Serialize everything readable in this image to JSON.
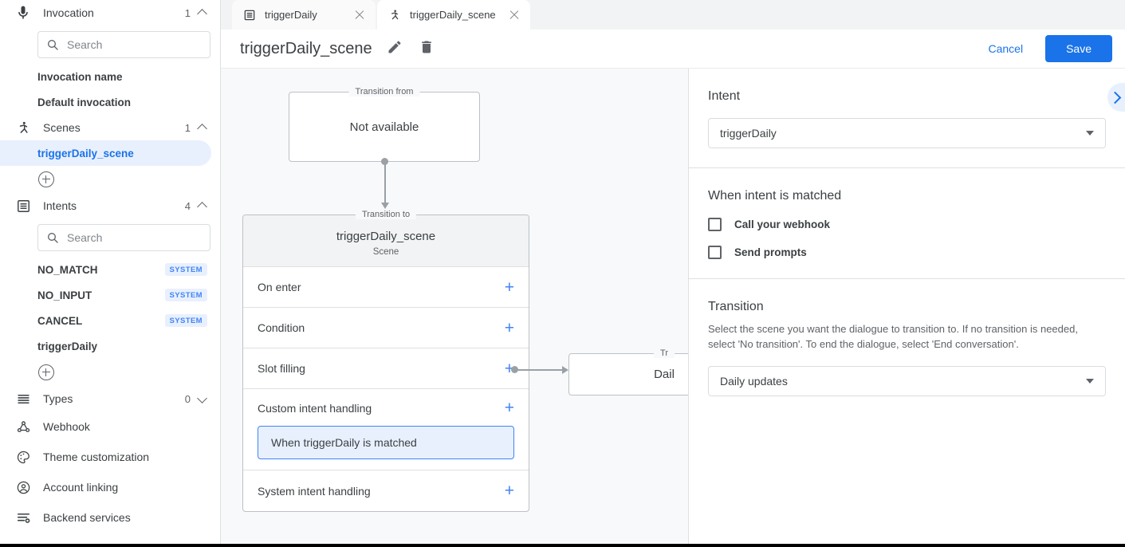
{
  "sidebar": {
    "sections": [
      {
        "id": "invocation",
        "icon": "microphone-icon",
        "label": "Invocation",
        "count": "1",
        "expanded": true,
        "search_placeholder": "Search",
        "items": [
          {
            "label": "Invocation name",
            "badge": ""
          },
          {
            "label": "Default invocation",
            "badge": ""
          }
        ]
      },
      {
        "id": "scenes",
        "icon": "scene-icon",
        "label": "Scenes",
        "count": "1",
        "expanded": true,
        "items": [
          {
            "label": "triggerDaily_scene",
            "badge": "",
            "selected": true
          }
        ]
      },
      {
        "id": "intents",
        "icon": "intents-icon",
        "label": "Intents",
        "count": "4",
        "expanded": true,
        "search_placeholder": "Search",
        "items": [
          {
            "label": "NO_MATCH",
            "badge": "SYSTEM"
          },
          {
            "label": "NO_INPUT",
            "badge": "SYSTEM"
          },
          {
            "label": "CANCEL",
            "badge": "SYSTEM"
          },
          {
            "label": "triggerDaily",
            "badge": ""
          }
        ]
      },
      {
        "id": "types",
        "icon": "types-icon",
        "label": "Types",
        "count": "0",
        "expanded": false,
        "items": []
      }
    ],
    "links": [
      {
        "icon": "webhook-icon",
        "label": "Webhook"
      },
      {
        "icon": "palette-icon",
        "label": "Theme customization"
      },
      {
        "icon": "account-icon",
        "label": "Account linking"
      },
      {
        "icon": "backend-services-icon",
        "label": "Backend services"
      }
    ]
  },
  "tabs": [
    {
      "icon": "intents-icon",
      "label": "triggerDaily",
      "active": false
    },
    {
      "icon": "scene-icon",
      "label": "triggerDaily_scene",
      "active": true
    }
  ],
  "header": {
    "title": "triggerDaily_scene",
    "edit_icon": "pencil-icon",
    "delete_icon": "trash-icon",
    "cancel_label": "Cancel",
    "save_label": "Save"
  },
  "canvas": {
    "transition_from": {
      "legend": "Transition from",
      "value": "Not available"
    },
    "scene_card": {
      "legend": "Transition to",
      "name": "triggerDaily_scene",
      "subtitle": "Scene",
      "rows": [
        {
          "label": "On enter",
          "plus": "+"
        },
        {
          "label": "Condition",
          "plus": "+"
        },
        {
          "label": "Slot filling",
          "plus": "+"
        },
        {
          "label": "Custom intent handling",
          "plus": "+",
          "chip": "When triggerDaily is matched"
        },
        {
          "label": "System intent handling",
          "plus": "+"
        }
      ]
    },
    "target_card": {
      "legend": "Tr",
      "value": "Dail"
    }
  },
  "right_panel": {
    "collapse_icon": "chevron-right-icon",
    "intent": {
      "title": "Intent",
      "selected": "triggerDaily"
    },
    "when_matched": {
      "title": "When intent is matched",
      "options": [
        {
          "label": "Call your webhook",
          "checked": false
        },
        {
          "label": "Send prompts",
          "checked": false
        }
      ]
    },
    "transition": {
      "title": "Transition",
      "description": "Select the scene you want the dialogue to transition to. If no transition is needed, select 'No transition'. To end the dialogue, select 'End conversation'.",
      "selected": "Daily updates"
    }
  },
  "colors": {
    "accent": "#1a73e8",
    "accent_light": "#e8f0fe",
    "canvas_bg": "#f8f9fa",
    "tabbar_bg": "#f1f3f4"
  }
}
